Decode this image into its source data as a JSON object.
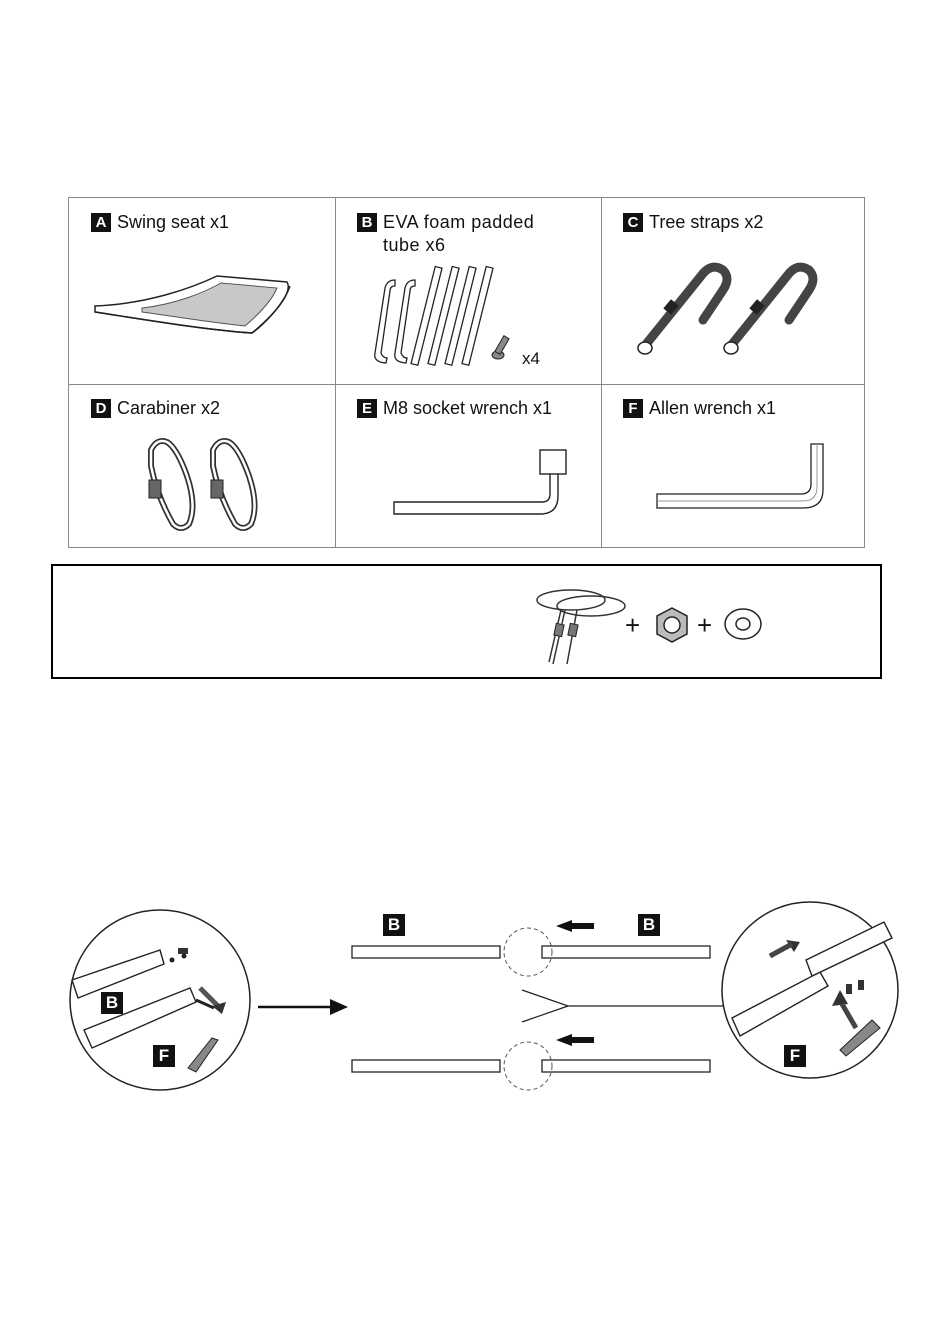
{
  "parts": [
    {
      "letter": "A",
      "label": "Swing seat x1",
      "icon": "swing-seat-icon"
    },
    {
      "letter": "B",
      "label": "EVA foam padded tube x6",
      "icon": "padded-tube-icon",
      "extra": "x4"
    },
    {
      "letter": "C",
      "label": "Tree straps x2",
      "icon": "tree-strap-icon"
    },
    {
      "letter": "D",
      "label": "Carabiner x2",
      "icon": "carabiner-icon"
    },
    {
      "letter": "E",
      "label": "M8 socket wrench x1",
      "icon": "socket-wrench-icon"
    },
    {
      "letter": "F",
      "label": "Allen wrench x1",
      "icon": "allen-wrench-icon"
    }
  ],
  "hardware": {
    "plus_1": "+",
    "plus_2": "+",
    "icons": [
      "rope-icon",
      "nut-icon",
      "washer-icon"
    ]
  },
  "assembly": {
    "tube_label_1": "B",
    "tube_label_2": "B",
    "detail_left_b": "B",
    "detail_left_f": "F",
    "detail_right_f": "F"
  },
  "colors": {
    "ink": "#111111",
    "border": "#8a8a8a",
    "seat_fill": "#c8c8c8"
  }
}
